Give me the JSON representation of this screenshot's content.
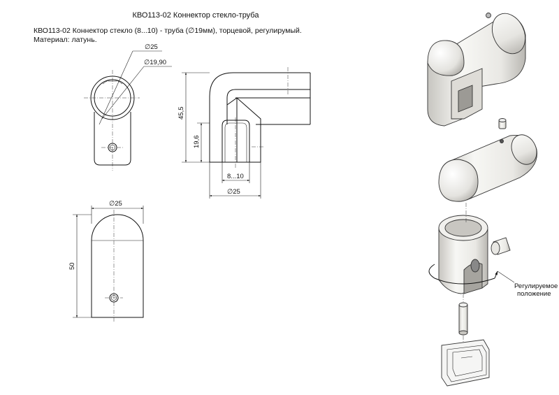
{
  "title": "КВО113-02 Коннектор стекло-труба",
  "description_line1": "КВО113-02 Коннектор стекло (8...10) - труба (∅19мм), торцевой, регулирумый.",
  "description_line2": "Материал: латунь.",
  "dimensions": {
    "front_outer_diameter": "∅25",
    "front_inner_diameter": "∅19,90",
    "side_height": "45,5",
    "side_slot_height": "19,6",
    "side_glass_range": "8...10",
    "side_width": "∅25",
    "bottom_width": "∅25",
    "bottom_height": "50"
  },
  "callout_adjustable": "Регулируемое положение",
  "colors": {
    "line": "#111111",
    "metal_light": "#f2f2ef",
    "metal_shade": "#c9c7c2"
  }
}
